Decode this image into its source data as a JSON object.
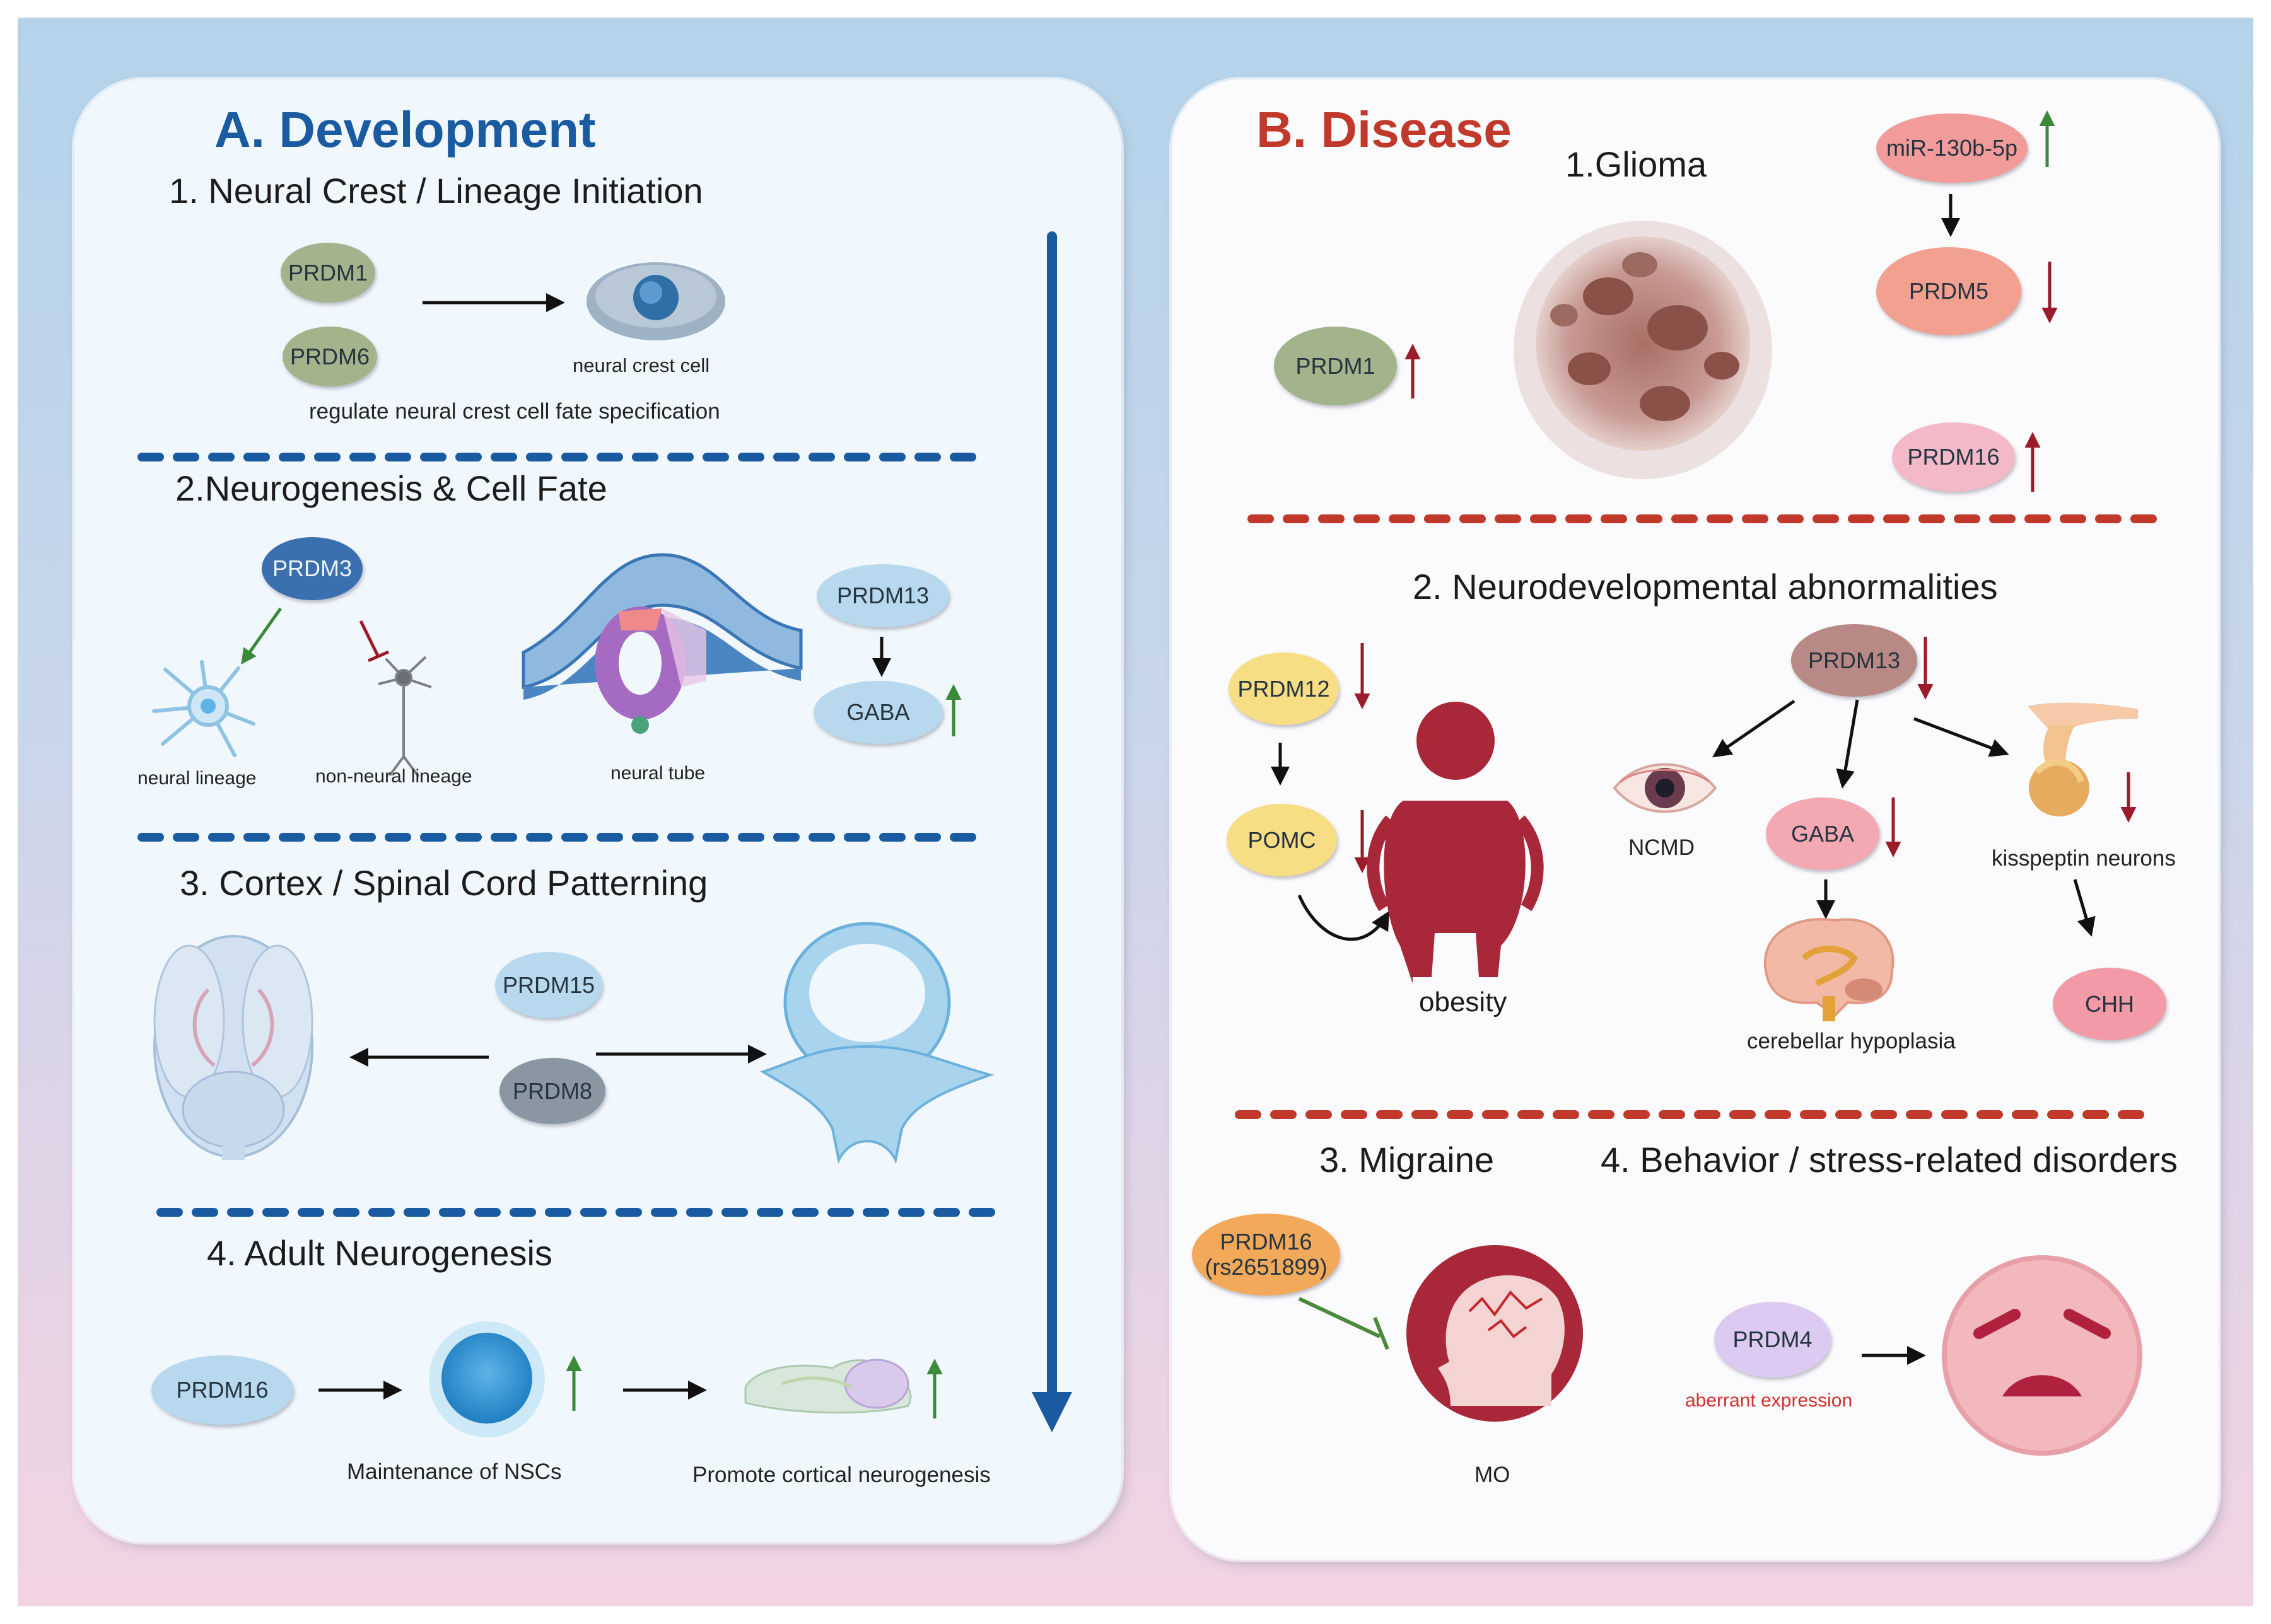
{
  "panel_a": {
    "title": "A. Development",
    "s1": {
      "heading": "1. Neural Crest / Lineage Initiation",
      "prdm1": "PRDM1",
      "prdm6": "PRDM6",
      "cell_label": "neural crest cell",
      "caption": "regulate neural crest cell fate specification"
    },
    "s2": {
      "heading": "2.Neurogenesis & Cell Fate",
      "prdm3": "PRDM3",
      "neural_lineage": "neural lineage",
      "non_neural_lineage": "non-neural lineage",
      "neural_tube": "neural tube",
      "prdm13": "PRDM13",
      "gaba": "GABA"
    },
    "s3": {
      "heading": "3. Cortex / Spinal Cord Patterning",
      "prdm15": "PRDM15",
      "prdm8": "PRDM8"
    },
    "s4": {
      "heading": "4. Adult Neurogenesis",
      "prdm16": "PRDM16",
      "nsc_label": "Maintenance of NSCs",
      "cortical_label": "Promote cortical neurogenesis"
    }
  },
  "panel_b": {
    "title": "B. Disease",
    "s1": {
      "heading": "1.Glioma",
      "prdm1": "PRDM1",
      "mir": "miR-130b-5p",
      "prdm5": "PRDM5",
      "prdm16": "PRDM16"
    },
    "s2": {
      "heading": "2. Neurodevelopmental abnormalities",
      "prdm12": "PRDM12",
      "pomc": "POMC",
      "obesity": "obesity",
      "prdm13": "PRDM13",
      "ncmd": "NCMD",
      "gaba": "GABA",
      "kisspeptin": "kisspeptin neurons",
      "cerebellar": "cerebellar hypoplasia",
      "chh": "CHH"
    },
    "s3": {
      "heading": "3. Migraine",
      "prdm16_line1": "PRDM16",
      "prdm16_line2": "(rs2651899)",
      "mo": "MO"
    },
    "s4": {
      "heading": "4. Behavior / stress-related disorders",
      "prdm4": "PRDM4",
      "aberrant": "aberrant expression"
    }
  },
  "colors": {
    "up_arrow": "#3a8a3a",
    "down_arrow": "#9b1b2a",
    "dev_blue": "#1a5aa0",
    "disease_red": "#c0392b"
  }
}
